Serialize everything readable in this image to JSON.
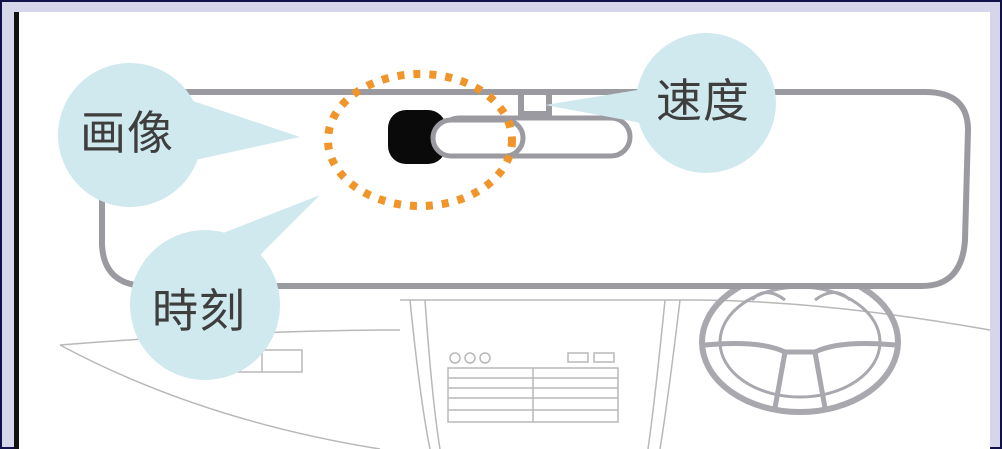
{
  "labels": {
    "image": "画像",
    "speed": "速度",
    "time": "時刻"
  },
  "colors": {
    "bubble": "#cfe9ee",
    "outline": "#9a9aa0",
    "dots": "#f0952a",
    "camera": "#0a0a0a",
    "sketch": "#b8b8b8"
  },
  "icons": {
    "camera": "dashcam-icon",
    "steering": "steering-wheel-icon"
  }
}
